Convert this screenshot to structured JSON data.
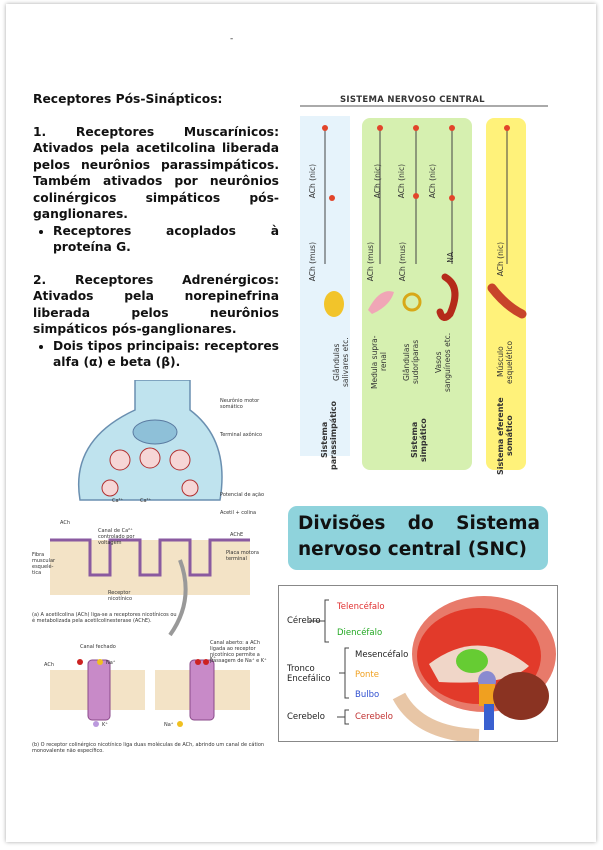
{
  "marker": "-",
  "text": {
    "title": "Receptores Pós-Sinápticos:",
    "p1": "1. Receptores Muscarínicos: Ativados pela acetilcolina liberada pelos neurônios parassimpáticos. Também ativados por neurônios colinérgicos simpáticos pós-ganglionares.",
    "p1_bullet": "Receptores acoplados à proteína G.",
    "p2": "2. Receptores Adrenérgicos: Ativados pela norepinefrina liberada pelos neurônios simpáticos pós-ganglionares.",
    "p2_bullet": "Dois tipos principais: receptores alfa (α) e beta (β)."
  },
  "snc": {
    "header": "SISTEMA NERVOSO CENTRAL",
    "top_labels": [
      "ACh (nic)",
      "ACh (nic)",
      "ACh (nic)",
      "ACh (nic)"
    ],
    "bottom_labels": [
      "ACh (mus)",
      "ACh (mus)",
      "ACh (mus)",
      "NA",
      "ACh (nic)"
    ],
    "organs": [
      "Glândulas salivares etc.",
      "Medula supra-renal",
      "Glândulas sudoríparas",
      "Vasos sanguíneos etc.",
      "Músculo esquelético"
    ],
    "systems": [
      "Sistema parassimpático",
      "Sistema simpático",
      "Sistema eferente somático"
    ],
    "colors": {
      "green": "#d6f0b0",
      "yellow": "#fff27a",
      "dot": "#e2442a",
      "blue": "#e6f3fb"
    }
  },
  "banner": {
    "line1_words": [
      "Divisões",
      "do",
      "Sistema"
    ],
    "line2": "nervoso central (SNC)"
  },
  "brain": {
    "groups": [
      "Cérebro",
      "Tronco Encefálico",
      "Cerebelo"
    ],
    "parts": [
      {
        "label": "Telencéfalo",
        "color": "#e03030"
      },
      {
        "label": "Diencéfalo",
        "color": "#22a822"
      },
      {
        "label": "Mesencéfalo",
        "color": "#222222"
      },
      {
        "label": "Ponte",
        "color": "#f0a020"
      },
      {
        "label": "Bulbo",
        "color": "#3050d0"
      },
      {
        "label": "Cerebelo",
        "color": "#c03030"
      }
    ]
  },
  "synapse": {
    "labels": [
      "Neurônio motor somático",
      "Terminal axônico",
      "Potencial de ação",
      "Acetil + colina",
      "AChE",
      "Placa motora terminal",
      "Ca²⁺",
      "Ca²⁺",
      "ACh",
      "Canal de Ca²⁺ controlado por voltagem",
      "Fibra muscular esquelé-tica",
      "Receptor nicotínico"
    ],
    "caption_a": "(a) A acetilcolina (ACh) liga-se a receptores nicotínicos ou é metabolizada pela acetilcolinesterase (AChE).",
    "closed_label": "Canal fechado",
    "open_label": "Canal aberto: a ACh ligada ao receptor nicotínico permite a passagem de Na⁺ e K⁺",
    "ions": [
      "ACh",
      "Na⁺",
      "K⁺",
      "K⁺",
      "Na⁺"
    ],
    "caption_b": "(b) O receptor colinérgico nicotínico liga duas moléculas de ACh, abrindo um canal de cátion monovalente não específico."
  }
}
